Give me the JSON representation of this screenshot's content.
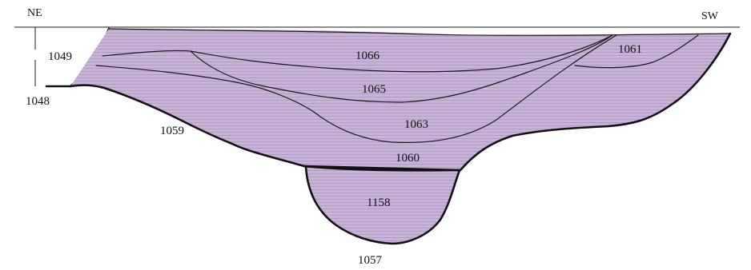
{
  "orientation": {
    "left": "NE",
    "right": "SW"
  },
  "colors": {
    "fill": "#c9b3d9",
    "hatch": "#ad94c2",
    "line": "#111111"
  },
  "contexts": {
    "c1049": "1049",
    "c1048": "1048",
    "c1059": "1059",
    "c1066": "1066",
    "c1065": "1065",
    "c1063": "1063",
    "c1061": "1061",
    "c1060": "1060",
    "c1158": "1158",
    "c1057": "1057"
  }
}
